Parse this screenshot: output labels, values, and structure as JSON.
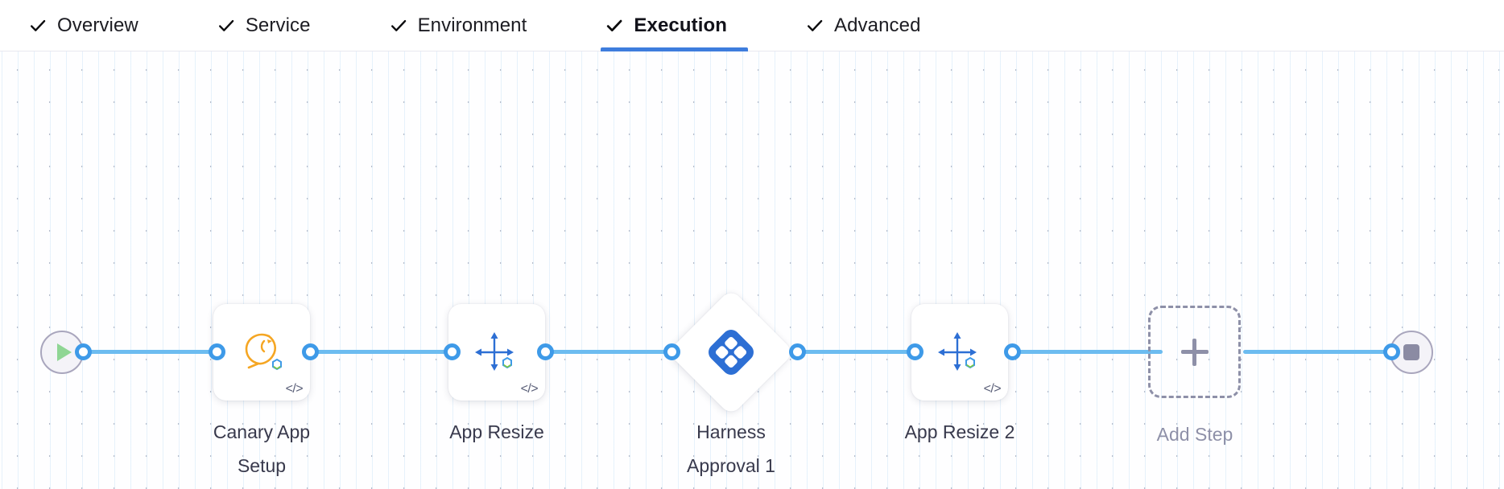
{
  "tabs": {
    "items": [
      {
        "label": "Overview",
        "icon": "check-icon",
        "active": false,
        "completed": true
      },
      {
        "label": "Service",
        "icon": "check-icon",
        "active": false,
        "completed": true
      },
      {
        "label": "Environment",
        "icon": "check-icon",
        "active": false,
        "completed": true
      },
      {
        "label": "Execution",
        "icon": "check-icon",
        "active": true,
        "completed": true
      },
      {
        "label": "Advanced",
        "icon": "check-icon",
        "active": false,
        "completed": true
      }
    ],
    "active_tab": "Execution",
    "active_underline_color": "#3e7ddd"
  },
  "canvas": {
    "background_color": "#fefeff",
    "grid_dot_color": "#b7bdcb",
    "grid_line_color": "#e2effa",
    "connector_line_color": "#6cbcf0",
    "connector_dot_color": "#3e9ae8"
  },
  "pipeline": {
    "start_node": {
      "name": "start-node",
      "icon": "play-icon",
      "icon_color": "#8fd694",
      "label": ""
    },
    "end_node": {
      "name": "end-node",
      "icon": "stop-icon",
      "icon_color": "#8b8ba3",
      "label": ""
    },
    "steps": [
      {
        "label": "Canary App\nSetup",
        "icon": "canary-bird-icon",
        "icon_color": "#f5a623",
        "badge": "code-icon",
        "badge_text": "</>",
        "type": "step"
      },
      {
        "label": "App Resize",
        "icon": "resize-arrows-icon",
        "icon_color": "#2d6fd4",
        "badge": "code-icon",
        "badge_text": "</>",
        "type": "step"
      },
      {
        "label": "Harness\nApproval 1",
        "icon": "harness-logo-icon",
        "icon_color": "#2d6fd4",
        "badge": "",
        "badge_text": "",
        "type": "approval"
      },
      {
        "label": "App Resize 2",
        "icon": "resize-arrows-icon",
        "icon_color": "#2d6fd4",
        "badge": "code-icon",
        "badge_text": "</>",
        "type": "step"
      },
      {
        "label": "Add Step",
        "icon": "plus-icon",
        "icon_color": "#8e90a8",
        "badge": "",
        "badge_text": "",
        "type": "add"
      }
    ]
  }
}
